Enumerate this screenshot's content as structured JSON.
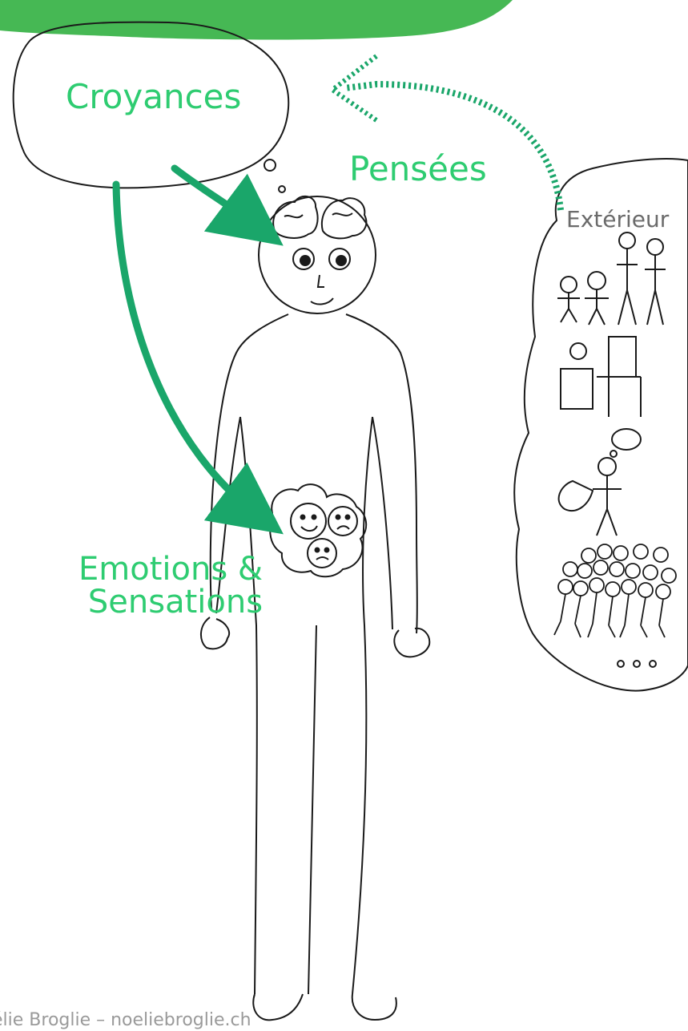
{
  "colors": {
    "accent_green": "#2ecc71",
    "arrow_green": "#1aa66a",
    "cloud_green": "#3cb44b",
    "ink": "#1a1a1a",
    "muted_text": "#6b6b6b",
    "credit_text": "#9a9a9a"
  },
  "diagram": {
    "labels": {
      "croyances": "Croyances",
      "pensees": "Pensées",
      "exterieur": "Extérieur",
      "emotions_line1": "Emotions &",
      "emotions_line2": "Sensations"
    },
    "credit": "élie Broglie – noeliebroglie.ch"
  },
  "icons": {
    "thought_bubble": "thought-bubble-icon",
    "brain": "brain-icon",
    "stomach": "emotion-faces-icon",
    "crowd": "crowd-icon"
  }
}
